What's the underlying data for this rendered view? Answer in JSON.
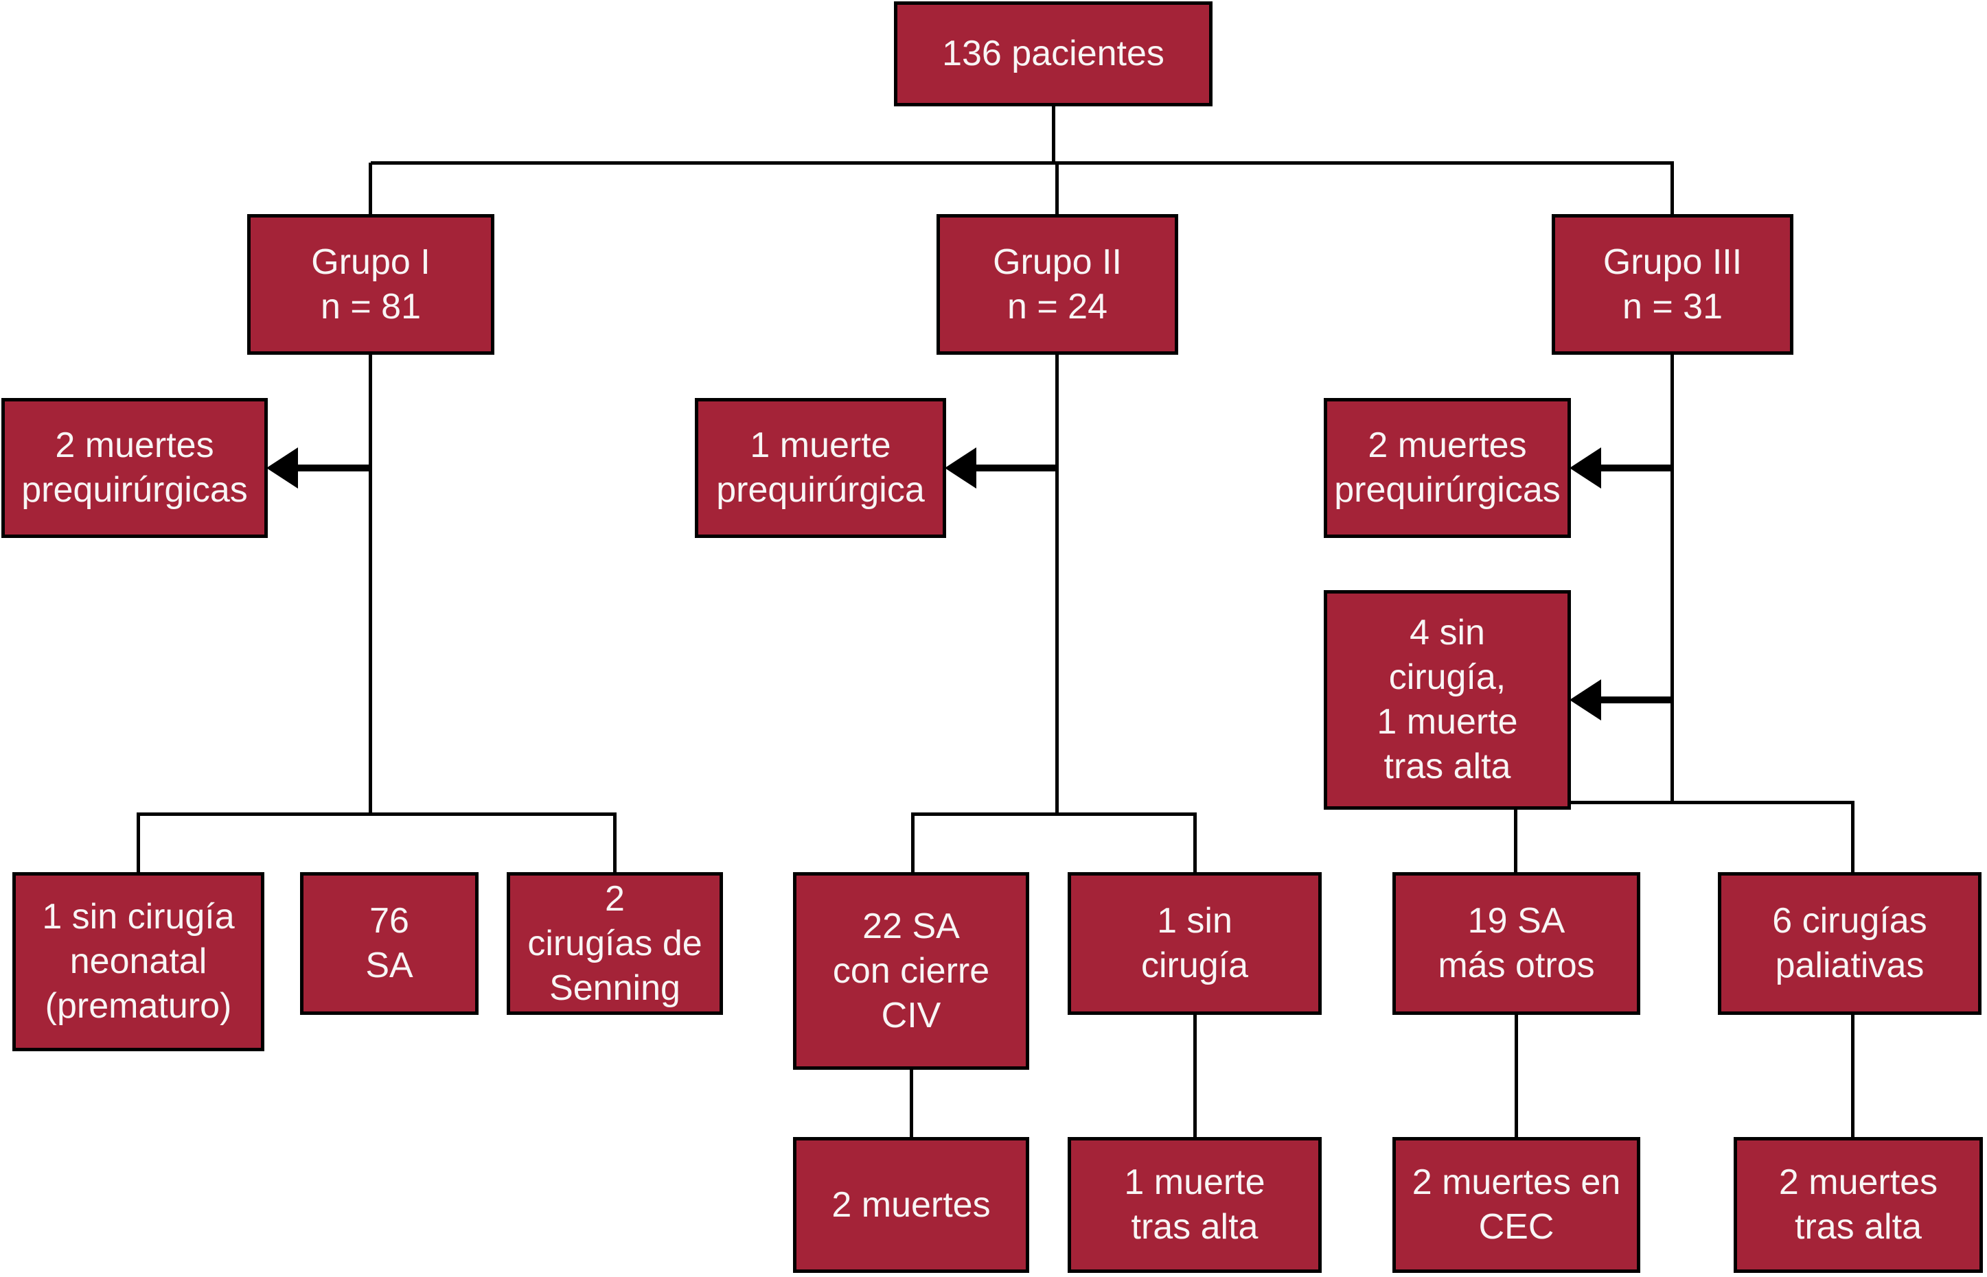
{
  "colors": {
    "box_fill": "#A42338",
    "box_border": "#000000",
    "line": "#000000",
    "text": "#F8F5F5",
    "background": "#FFFFFF"
  },
  "nodes": {
    "total": {
      "label": "136 pacientes"
    },
    "grupo1": {
      "label": "Grupo I\nn = 81"
    },
    "grupo2": {
      "label": "Grupo II\nn = 24"
    },
    "grupo3": {
      "label": "Grupo III\nn = 31"
    },
    "grupo1_muertes_prequirurgicas": {
      "label": "2 muertes\nprequirúrgicas"
    },
    "grupo2_muerte_prequirurgica": {
      "label": "1 muerte\nprequirúrgica"
    },
    "grupo3_muertes_prequirurgicas": {
      "label": "2 muertes\nprequirúrgicas"
    },
    "grupo3_sin_cirugia_muerte_alta": {
      "label": "4 sin\ncirugía,\n1 muerte\ntras alta"
    },
    "grupo1_sin_cirugia_neonatal": {
      "label": "1 sin cirugía\nneonatal\n(prematuro)"
    },
    "grupo1_sa": {
      "label": "76\nSA"
    },
    "grupo1_senning": {
      "label": "2\ncirugías de\nSenning"
    },
    "grupo2_sa_cierre_civ": {
      "label": "22 SA\ncon cierre\nCIV"
    },
    "grupo2_sin_cirugia": {
      "label": "1 sin\ncirugía"
    },
    "grupo3_sa_mas_otros": {
      "label": "19 SA\nmás otros"
    },
    "grupo3_cirugias_paliativas": {
      "label": "6 cirugías\npaliativas"
    },
    "grupo2_sa_muertes": {
      "label": "2 muertes"
    },
    "grupo2_sin_cirugia_muerte": {
      "label": "1 muerte\ntras alta"
    },
    "grupo3_muertes_cec": {
      "label": "2 muertes en\nCEC"
    },
    "grupo3_muertes_tras_alta": {
      "label": "2 muertes\ntras alta"
    }
  }
}
